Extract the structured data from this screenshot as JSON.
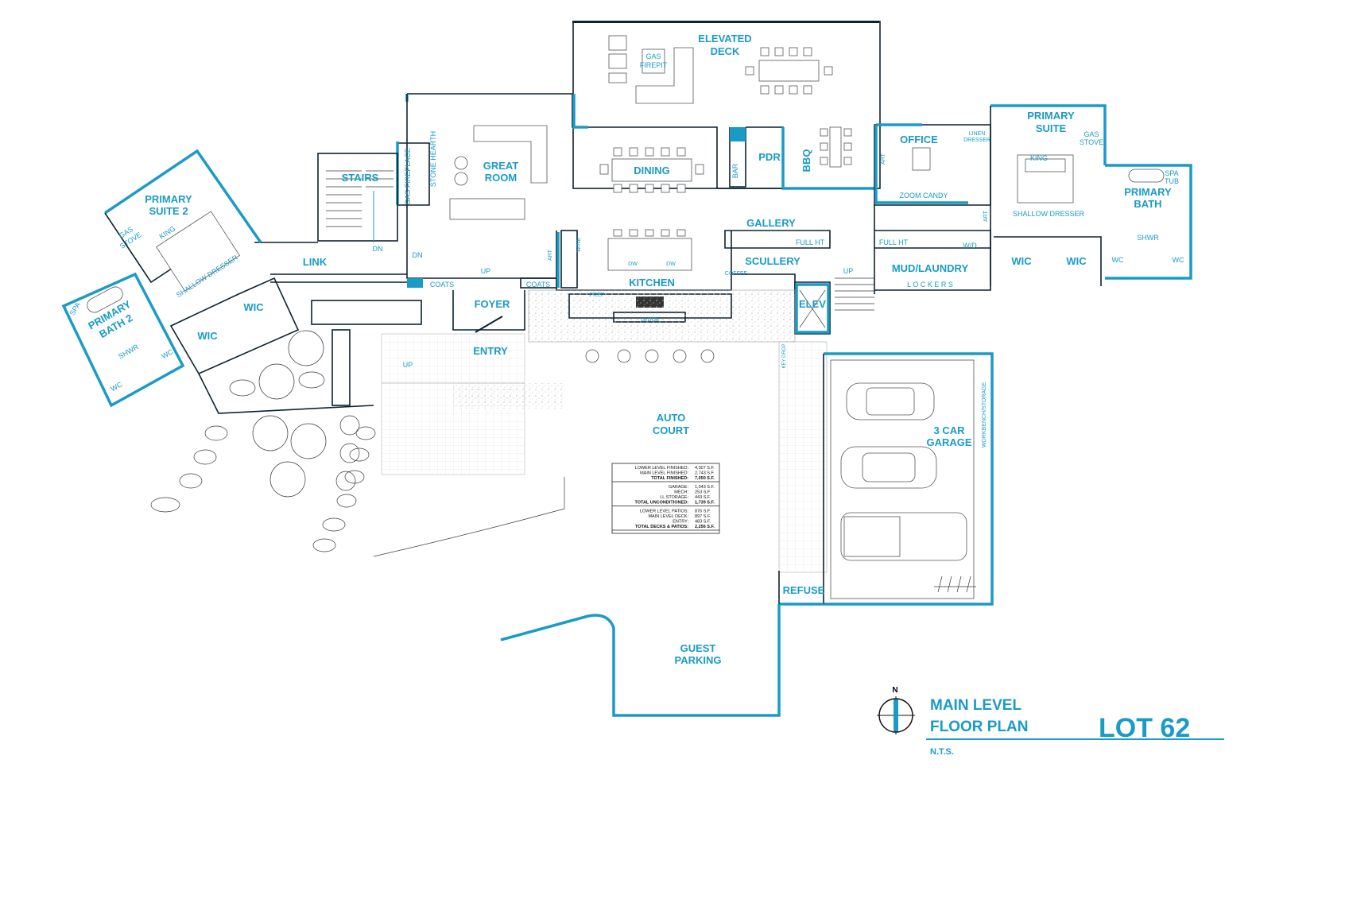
{
  "rooms": {
    "elevated_deck": [
      "ELEVATED",
      "DECK"
    ],
    "gas_firepit": [
      "GAS",
      "FIREPIT"
    ],
    "great_room": [
      "GREAT",
      "ROOM"
    ],
    "gas_fireplace": "GAS FIREPLACE",
    "stone_hearth": "STONE HEARTH",
    "stairs": "STAIRS",
    "dining": "DINING",
    "pdr": "PDR",
    "bbq": "BBQ",
    "bar": "BAR",
    "office": "OFFICE",
    "zoom_candy": "ZOOM CANDY",
    "linen_dresser": [
      "LINEN",
      "DRESSER"
    ],
    "primary_suite": [
      "PRIMARY",
      "SUITE"
    ],
    "gas_stove": [
      "GAS",
      "STOVE"
    ],
    "king": "KING",
    "shallow_dresser": "SHALLOW DRESSER",
    "primary_bath": [
      "PRIMARY",
      "BATH"
    ],
    "spa_tub": [
      "SPA",
      "TUB"
    ],
    "shwr": "SHWR",
    "wc": "WC",
    "wic": "WIC",
    "primary_suite_2": [
      "PRIMARY",
      "SUITE 2"
    ],
    "primary_bath_2": [
      "PRIMARY",
      "BATH 2"
    ],
    "link": "LINK",
    "dn": "DN",
    "up": "UP",
    "coats": "COATS",
    "foyer": "FOYER",
    "entry": "ENTRY",
    "kitchen": "KITCHEN",
    "wine": "WINE",
    "art": "ART",
    "dw": "DW",
    "prep": "PREP",
    "ledge": "LEDGE",
    "coffee": "COFFEE",
    "gallery": "GALLERY",
    "full_ht": "FULL HT",
    "scullery": "SCULLERY",
    "mud_laundry": "MUD/LAUNDRY",
    "wd": "W/D",
    "lockers": "L O C K E R S",
    "elev": "ELEV",
    "key_drop": "KEY DROP",
    "auto_court": [
      "AUTO",
      "COURT"
    ],
    "garage": [
      "3 CAR",
      "GARAGE"
    ],
    "workbench": "WORKBENCH/STORAGE",
    "refuse": "REFUSE",
    "guest_parking": [
      "GUEST",
      "PARKING"
    ]
  },
  "area_table": {
    "rows": [
      {
        "label": "LOWER LEVEL FINISHED:",
        "value": "4,307 S.F."
      },
      {
        "label": "MAIN LEVEL FINISHED:",
        "value": "2,743 S.F."
      },
      {
        "label": "TOTAL FINISHED:",
        "value": "7,050 S.F.",
        "total": true
      },
      {
        "label": "GARAGE:",
        "value": "1,043 S.F."
      },
      {
        "label": "MECH:",
        "value": "253 S.F."
      },
      {
        "label": "LL STORAGE:",
        "value": "443 S.F."
      },
      {
        "label": "TOTAL UNCONDITIONED:",
        "value": "1,739 S.F.",
        "total": true
      },
      {
        "label": "LOWER LEVEL PATIOS:",
        "value": "876 S.F."
      },
      {
        "label": "MAIN LEVEL DECK:",
        "value": "897 S.F."
      },
      {
        "label": "ENTRY:",
        "value": "483 S.F."
      },
      {
        "label": "TOTAL DECKS & PATIOS:",
        "value": "2,256 S.F.",
        "total": true
      }
    ]
  },
  "title_block": {
    "north": "N",
    "line1": "MAIN LEVEL",
    "line2": "FLOOR  PLAN",
    "scale": "N.T.S.",
    "lot": "LOT 62"
  },
  "colors": {
    "accent": "#1a9bc6",
    "wall": "#0d2230"
  }
}
